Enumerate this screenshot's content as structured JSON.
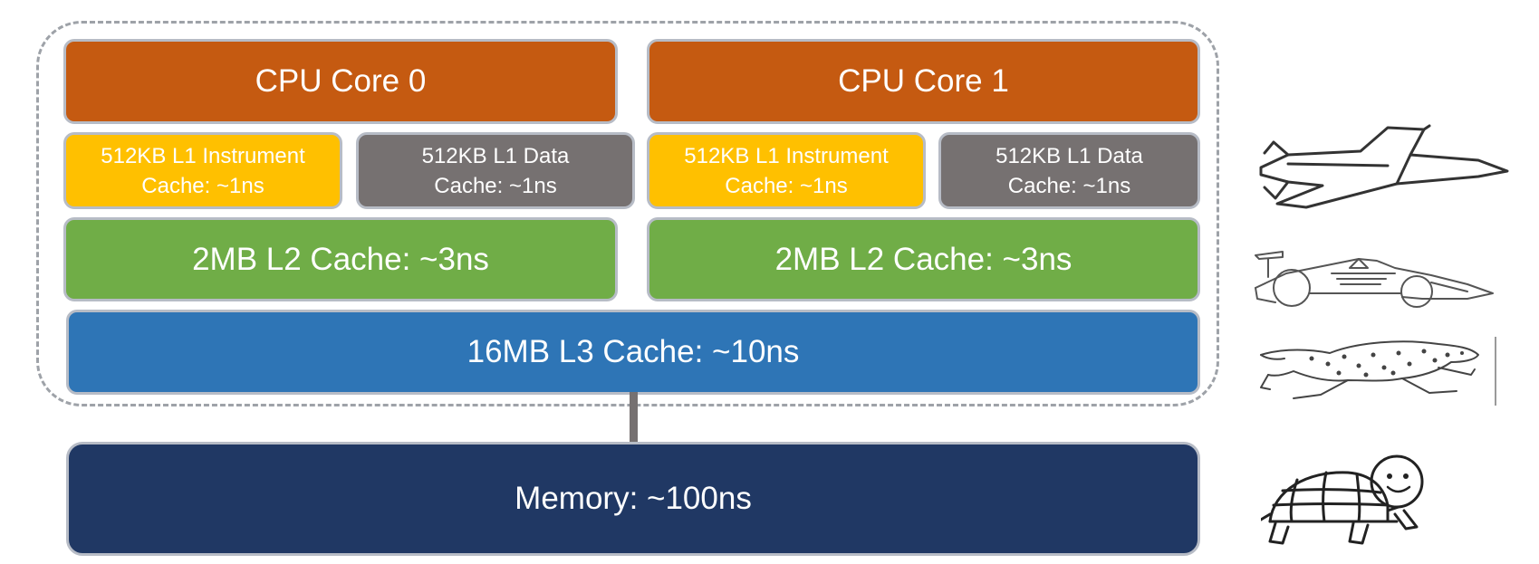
{
  "diagram": {
    "cores": [
      {
        "name": "CPU Core 0",
        "l1_instruction": "512KB L1 Instrument\nCache:  ~1ns",
        "l1_data": "512KB L1 Data\nCache: ~1ns",
        "l2": "2MB L2 Cache: ~3ns"
      },
      {
        "name": "CPU Core 1",
        "l1_instruction": "512KB L1 Instrument\nCache:  ~1ns",
        "l1_data": "512KB L1 Data\nCache: ~1ns",
        "l2": "2MB L2 Cache: ~3ns"
      }
    ],
    "l3": "16MB L3 Cache: ~10ns",
    "memory": "Memory: ~100ns"
  },
  "icons": [
    "jet-plane-icon",
    "race-car-icon",
    "cheetah-icon",
    "turtle-icon"
  ],
  "colors": {
    "core": "#c55a11",
    "l1_instruction": "#ffc000",
    "l1_data": "#767171",
    "l2": "#70ad47",
    "l3": "#2e75b6",
    "memory": "#203864",
    "border": "#b7bcc6",
    "frame": "#9ea2a8"
  }
}
